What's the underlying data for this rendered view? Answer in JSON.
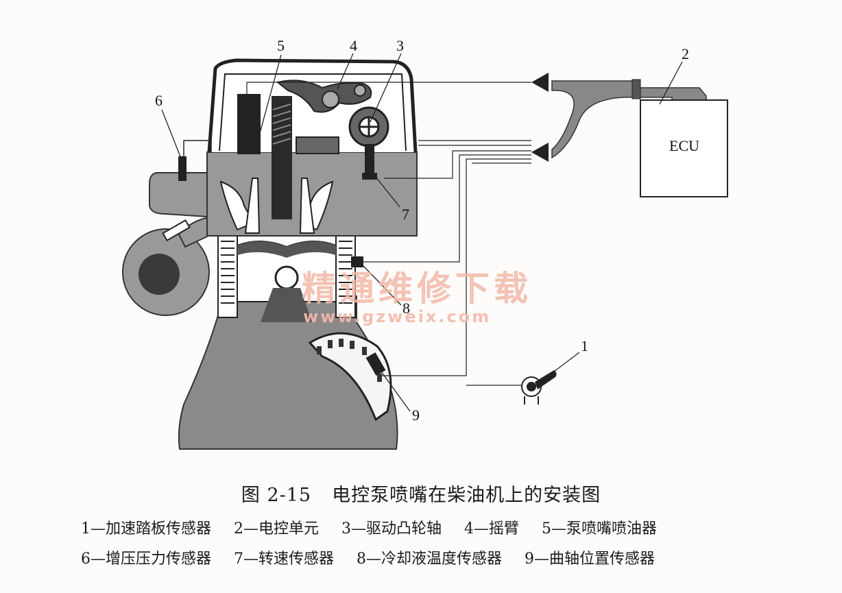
{
  "diagram": {
    "ecu_label": "ECU",
    "callouts": {
      "n1": "1",
      "n2": "2",
      "n3": "3",
      "n4": "4",
      "n5": "5",
      "n6": "6",
      "n7": "7",
      "n8": "8",
      "n9": "9"
    },
    "watermark": {
      "line1": "精通维修下载",
      "line2": "www.gzweix.com"
    }
  },
  "caption": {
    "figure_no": "图 2-15",
    "title": "电控泵喷嘴在柴油机上的安装图"
  },
  "legend": {
    "row1": [
      "1—加速踏板传感器",
      "2—电控单元",
      "3—驱动凸轮轴",
      "4—摇臂",
      "5—泵喷嘴喷油器"
    ],
    "row2": [
      "6—增压压力传感器",
      "7—转速传感器",
      "8—冷却液温度传感器",
      "9—曲轴位置传感器"
    ]
  }
}
